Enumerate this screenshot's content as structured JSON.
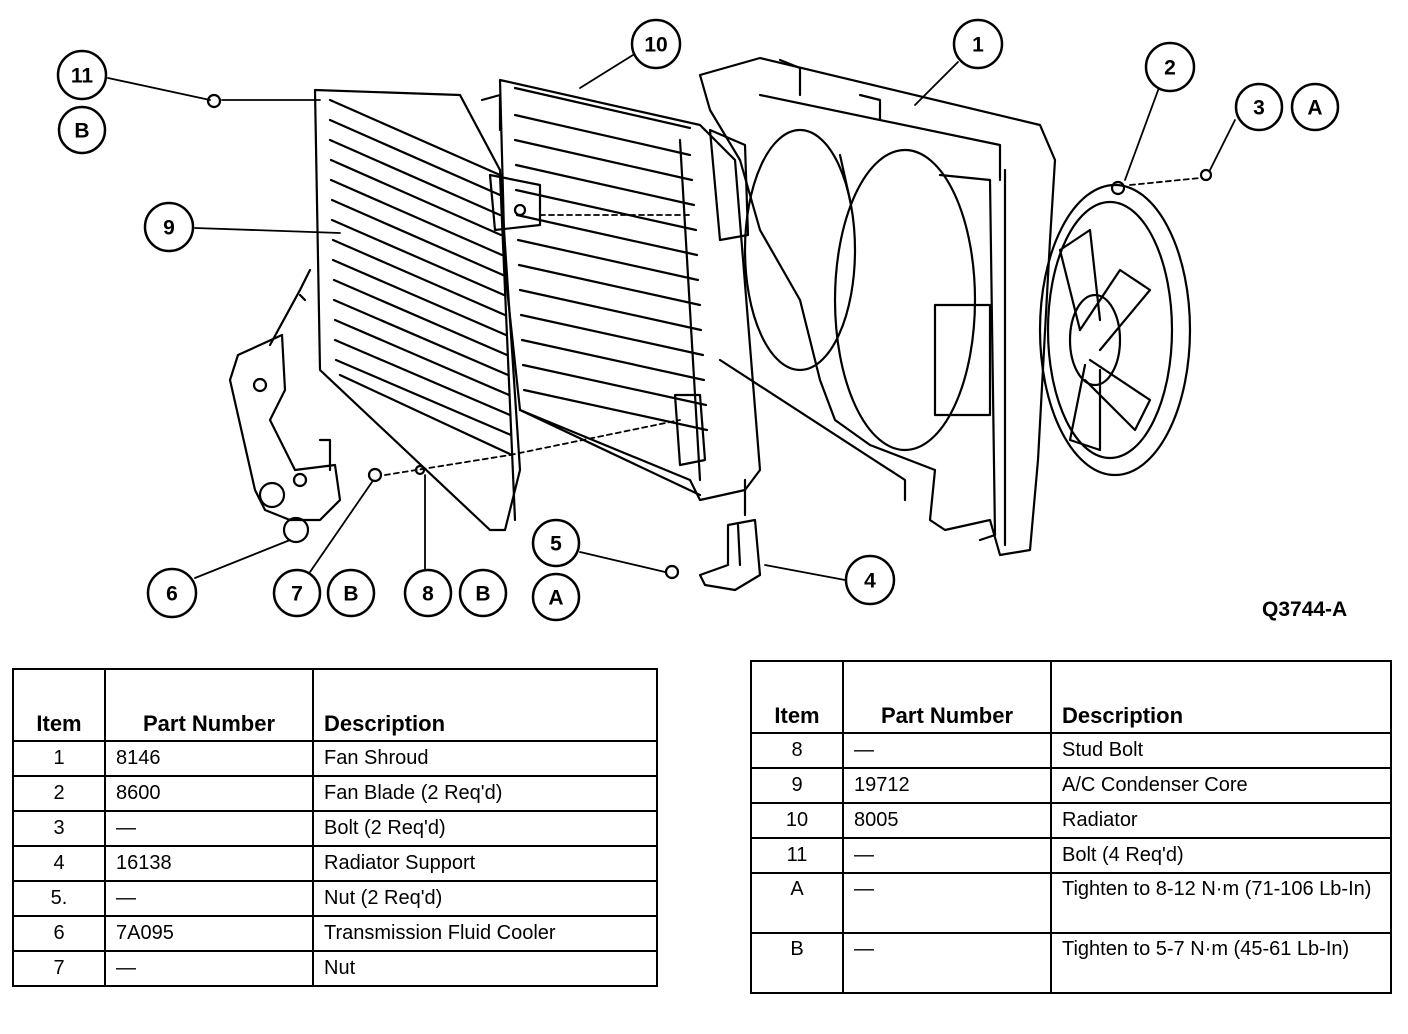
{
  "figure_id": "Q3744-A",
  "callouts": {
    "c1": "1",
    "c2": "2",
    "c3": "3",
    "c3_spec": "A",
    "c4": "4",
    "c5a": "5",
    "c5a_spec": "A",
    "c6": "6",
    "c7": "7",
    "c7_spec": "B",
    "c8": "8",
    "c8_spec": "B",
    "c9": "9",
    "c10": "10",
    "c11": "11",
    "c11_spec": "B"
  },
  "tables": {
    "headers": {
      "item": "Item",
      "part_number": "Part Number",
      "description": "Description"
    },
    "left": [
      {
        "item": "1",
        "part_number": "8146",
        "description": "Fan Shroud"
      },
      {
        "item": "2",
        "part_number": "8600",
        "description": "Fan Blade (2 Req'd)"
      },
      {
        "item": "3",
        "part_number": "—",
        "description": "Bolt (2 Req'd)"
      },
      {
        "item": "4",
        "part_number": "16138",
        "description": "Radiator Support"
      },
      {
        "item": "5.",
        "part_number": "—",
        "description": "Nut (2 Req'd)"
      },
      {
        "item": "6",
        "part_number": "7A095",
        "description": "Transmission Fluid Cooler"
      },
      {
        "item": "7",
        "part_number": "—",
        "description": "Nut"
      }
    ],
    "right": [
      {
        "item": "8",
        "part_number": "—",
        "description": "Stud Bolt"
      },
      {
        "item": "9",
        "part_number": "19712",
        "description": "A/C Condenser Core"
      },
      {
        "item": "10",
        "part_number": "8005",
        "description": "Radiator"
      },
      {
        "item": "11",
        "part_number": "—",
        "description": "Bolt (4 Req'd)"
      },
      {
        "item": "A",
        "part_number": "—",
        "description": "Tighten to 8-12 N·m (71-106 Lb-In)"
      },
      {
        "item": "B",
        "part_number": "—",
        "description": "Tighten to 5-7 N·m (45-61 Lb-In)"
      }
    ]
  }
}
